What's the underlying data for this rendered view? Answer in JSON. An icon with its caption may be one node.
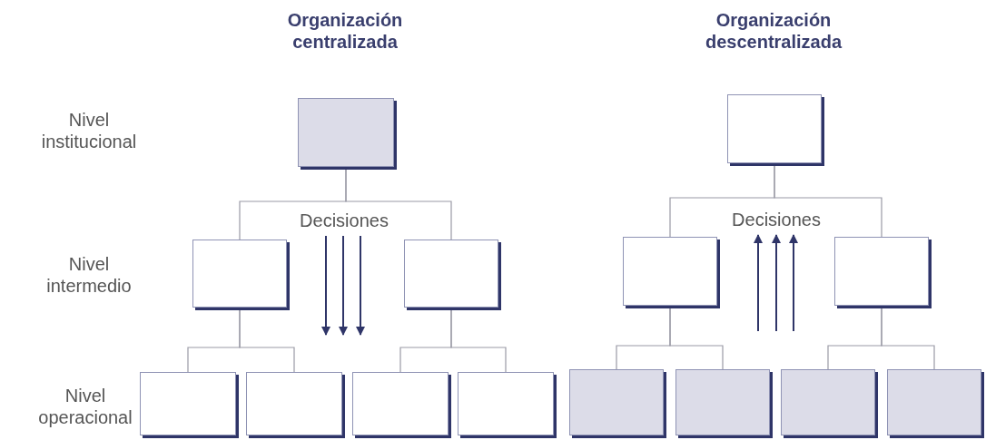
{
  "diagram": {
    "nodes": [
      {
        "text": [],
        "shape": "box"
      },
      {
        "text": [],
        "shape": "box"
      },
      {
        "text": [],
        "shape": "box"
      },
      {
        "text": [],
        "shape": "box"
      },
      {
        "text": [],
        "shape": "box"
      },
      {
        "text": [],
        "shape": "box"
      },
      {
        "text": [],
        "shape": "box"
      },
      {
        "text": [],
        "shape": "box"
      },
      {
        "text": [],
        "shape": "box"
      },
      {
        "text": [],
        "shape": "box"
      },
      {
        "text": [],
        "shape": "box"
      },
      {
        "text": [],
        "shape": "box"
      },
      {
        "text": [],
        "shape": "box"
      },
      {
        "text": [],
        "shape": "box"
      }
    ],
    "edges": [
      {
        "from": 0,
        "to": 1,
        "arrow": "none"
      },
      {
        "from": 0,
        "to": 2,
        "arrow": "none"
      },
      {
        "from": 1,
        "to": 3,
        "arrow": "none"
      },
      {
        "from": 1,
        "to": 4,
        "arrow": "none"
      },
      {
        "from": 2,
        "to": 5,
        "arrow": "none"
      },
      {
        "from": 2,
        "to": 6,
        "arrow": "none"
      },
      {
        "from": 7,
        "to": 8,
        "arrow": "none"
      },
      {
        "from": 7,
        "to": 9,
        "arrow": "none"
      },
      {
        "from": 8,
        "to": 10,
        "arrow": "none"
      },
      {
        "from": 8,
        "to": 11,
        "arrow": "none"
      },
      {
        "from": 9,
        "to": 12,
        "arrow": "none"
      },
      {
        "from": 9,
        "to": 13,
        "arrow": "none"
      }
    ],
    "labels": [
      "Organización centralizada",
      "Organización descentralizada",
      "Nivel institucional",
      "Decisiones",
      "Decisiones",
      "Nivel intermedio",
      "Nivel operacional"
    ]
  }
}
